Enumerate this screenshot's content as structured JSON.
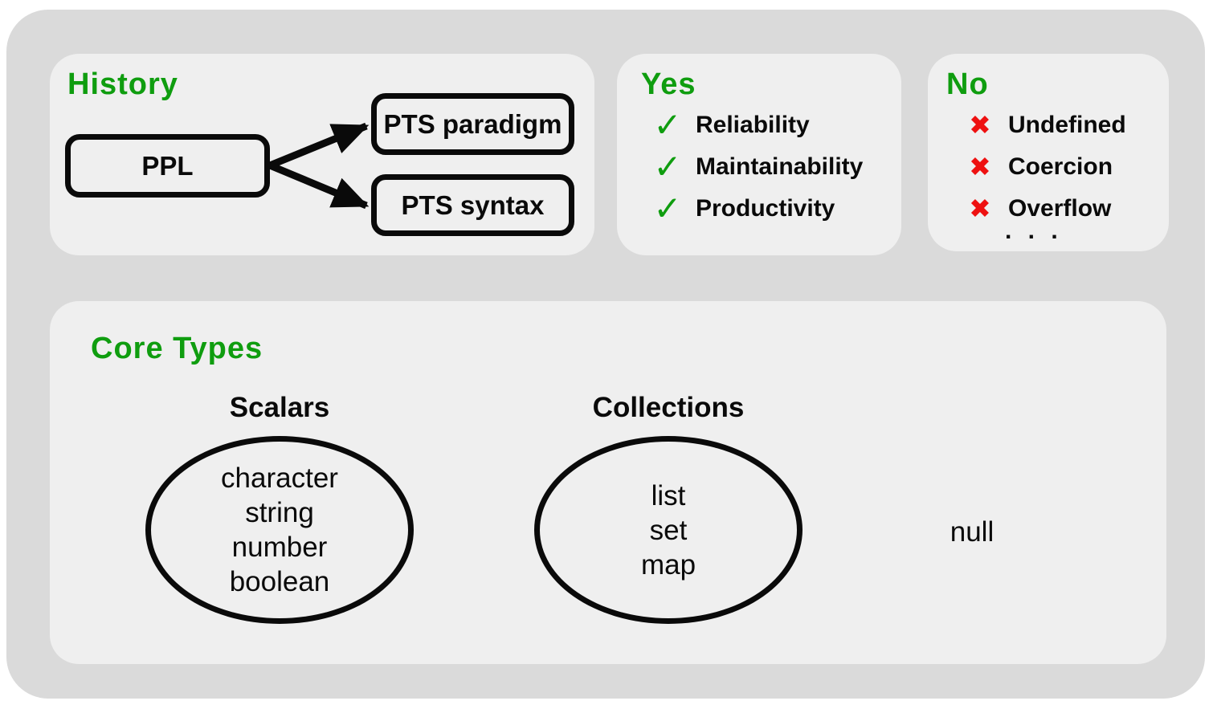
{
  "colors": {
    "page_background": "#ffffff",
    "container_background": "#dadada",
    "panel_background": "#efefef",
    "accent_green": "#0f9d0f",
    "accent_red": "#ee1111",
    "stroke_black": "#0a0a0a"
  },
  "history": {
    "title": "History",
    "root_node": "PPL",
    "children": [
      "PTS paradigm",
      "PTS syntax"
    ]
  },
  "yes": {
    "title": "Yes",
    "check_icon": "✓",
    "items": [
      "Reliability",
      "Maintainability",
      "Productivity"
    ]
  },
  "no": {
    "title": "No",
    "cross_icon": "✖",
    "items": [
      "Undefined",
      "Coercion",
      "Overflow"
    ],
    "ellipsis": ". . ."
  },
  "core_types": {
    "title": "Core Types",
    "groups": [
      {
        "label": "Scalars",
        "members": [
          "character",
          "string",
          "number",
          "boolean"
        ]
      },
      {
        "label": "Collections",
        "members": [
          "list",
          "set",
          "map"
        ]
      }
    ],
    "standalone": "null"
  }
}
